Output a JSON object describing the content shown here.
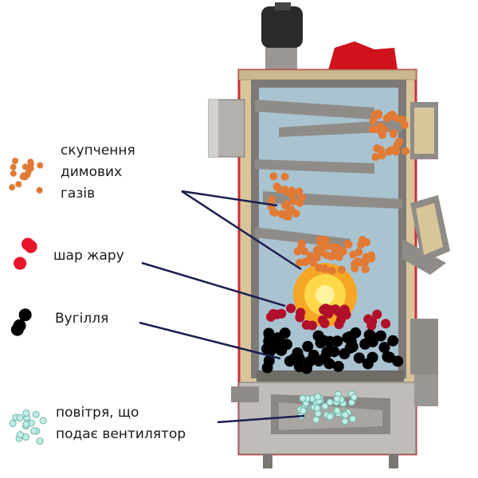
{
  "legend": {
    "smoke": {
      "line1": "скупчення",
      "line2": "димових",
      "line3": "газів",
      "color": "#e07a35"
    },
    "embers": {
      "label": "шар жару",
      "color": "#e8142a"
    },
    "coal": {
      "label": "Вугілля",
      "color": "#000000"
    },
    "air": {
      "line1": "повітря, що",
      "line2": "подає вентилятор",
      "color": "#bfeee6"
    }
  },
  "colors": {
    "arrow": "#1c1f4e",
    "casing": "#c8303a",
    "insulation": "#d8c59a",
    "steel": "#8f8c88",
    "water": "#a9c3d0"
  }
}
